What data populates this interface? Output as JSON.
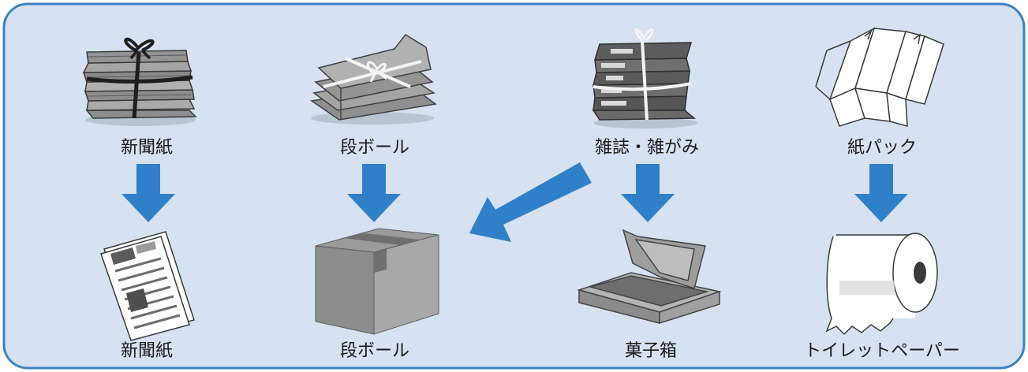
{
  "colors": {
    "panel_bg": "#d6e1f1",
    "panel_border": "#3d82c2",
    "arrow": "#2f80c9",
    "label_text": "#1a1a1a"
  },
  "sources": [
    {
      "label": "新聞紙",
      "icon": "newspaper-bundle-icon"
    },
    {
      "label": "段ボール",
      "icon": "cardboard-bundle-icon"
    },
    {
      "label": "雑誌・雑がみ",
      "icon": "magazine-bundle-icon"
    },
    {
      "label": "紙パック",
      "icon": "milk-carton-unfolded-icon"
    }
  ],
  "products": [
    {
      "label": "新聞紙",
      "icon": "newspaper-icon"
    },
    {
      "label": "段ボール",
      "icon": "cardboard-box-icon"
    },
    {
      "label": "菓子箱",
      "icon": "snack-box-icon"
    },
    {
      "label": "トイレットペーパー",
      "icon": "toilet-paper-roll-icon"
    }
  ],
  "flows": [
    {
      "from": "新聞紙",
      "to": "新聞紙"
    },
    {
      "from": "段ボール",
      "to": "段ボール"
    },
    {
      "from": "雑誌・雑がみ",
      "to": "段ボール"
    },
    {
      "from": "雑誌・雑がみ",
      "to": "菓子箱"
    },
    {
      "from": "紙パック",
      "to": "トイレットペーパー"
    }
  ]
}
